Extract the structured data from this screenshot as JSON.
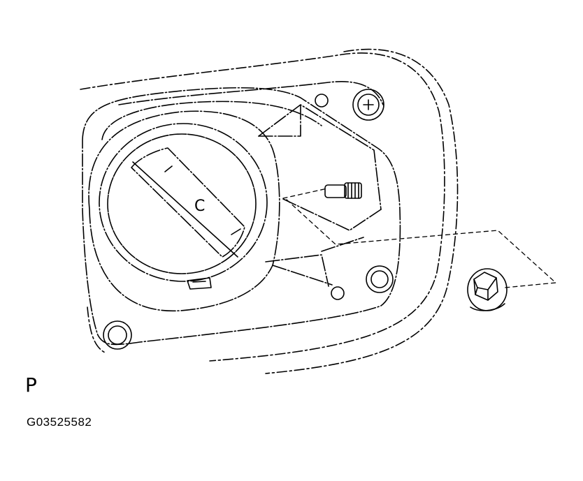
{
  "figure": {
    "view_label": "P",
    "figure_code": "G03525582",
    "cap_marking": "C"
  },
  "parts": [
    {
      "name": "fuel-filler-lid",
      "icon": "filler-lid-outline"
    },
    {
      "name": "fuel-cap",
      "icon": "cap-c-icon"
    },
    {
      "name": "stud-bolt",
      "icon": "stud-icon"
    },
    {
      "name": "flange-nut",
      "icon": "hex-nut-icon"
    },
    {
      "name": "clip",
      "icon": "clip-icon"
    }
  ],
  "colors": {
    "line": "#000000",
    "background": "#ffffff"
  }
}
